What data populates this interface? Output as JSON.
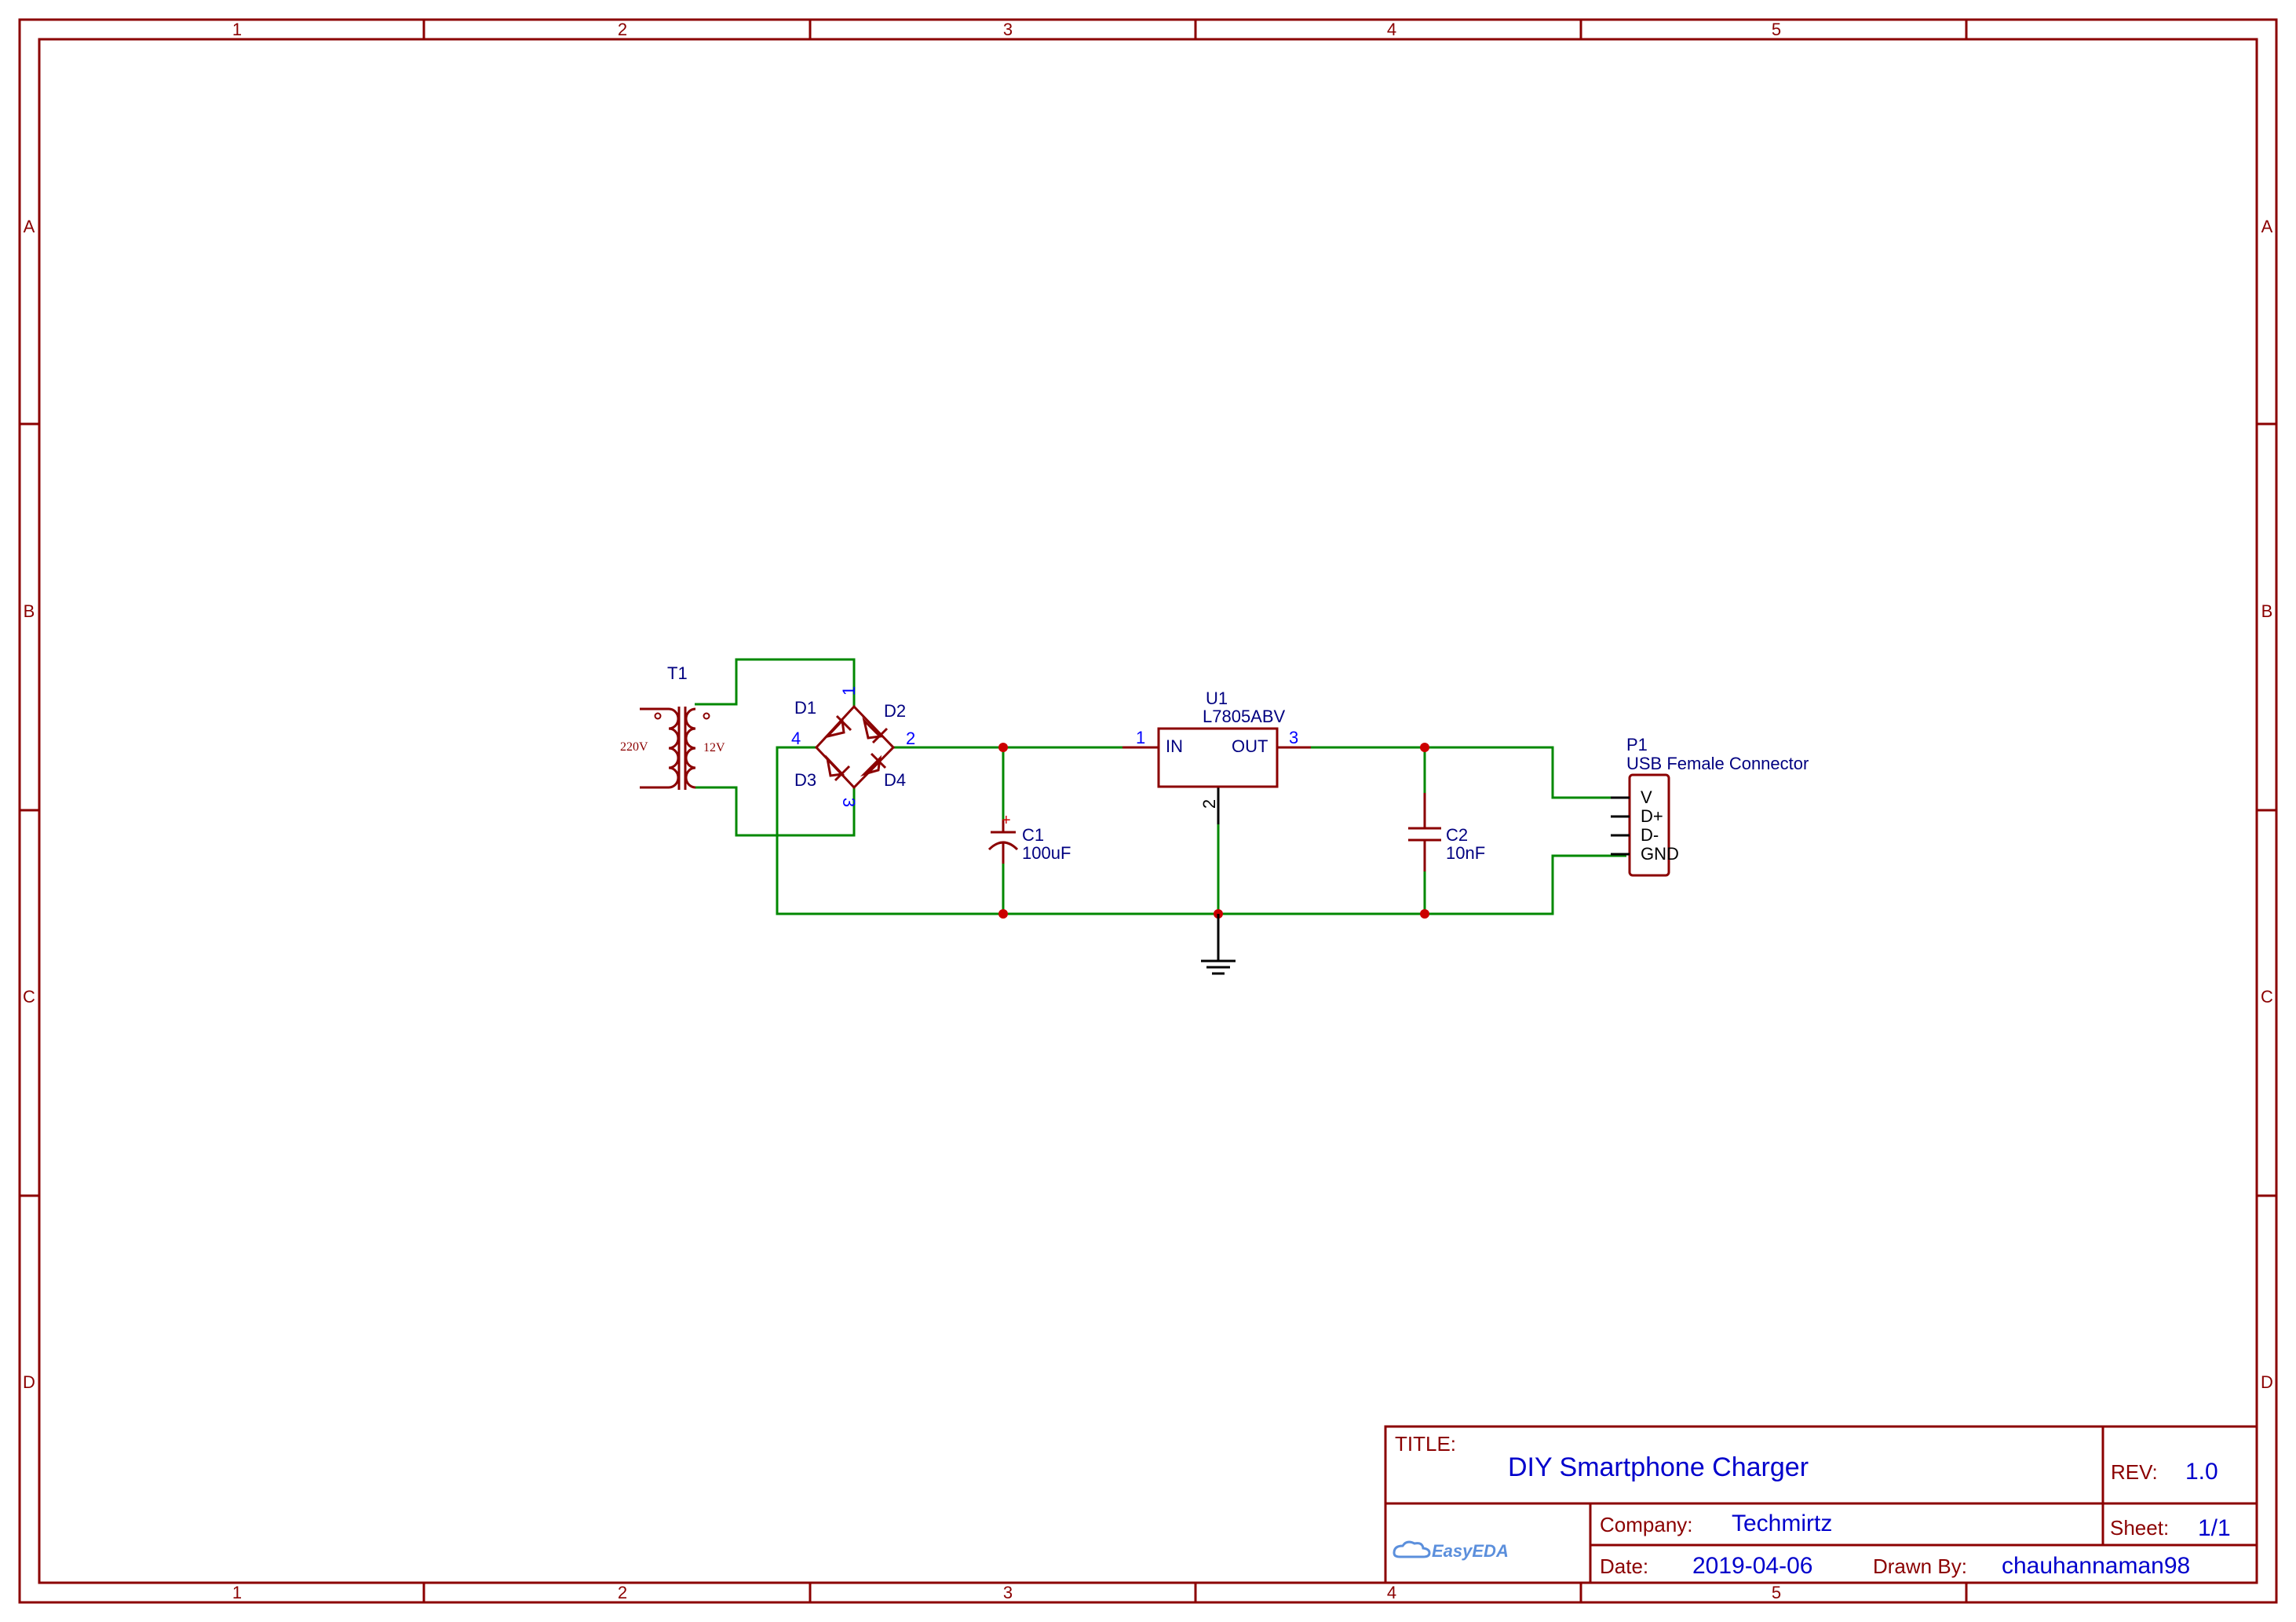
{
  "colors": {
    "frame": "#8b0000",
    "wire": "#008800",
    "component": "#8b0000",
    "label": "#000080",
    "pin_number": "#0000ff",
    "junction": "#cc0000",
    "ground": "#000000",
    "logo": "#5b8fdc"
  },
  "border": {
    "columns": [
      "1",
      "2",
      "3",
      "4",
      "5"
    ],
    "rows": [
      "A",
      "B",
      "C",
      "D"
    ]
  },
  "components": {
    "t1": {
      "ref": "T1",
      "primary": "220V",
      "secondary": "12V"
    },
    "bridge": {
      "d1": "D1",
      "d2": "D2",
      "d3": "D3",
      "d4": "D4",
      "pin1": "1",
      "pin2": "2",
      "pin3": "3",
      "pin4": "4"
    },
    "c1": {
      "ref": "C1",
      "value": "100uF",
      "polarity": "+"
    },
    "u1": {
      "ref": "U1",
      "value": "L7805ABV",
      "in": "IN",
      "out": "OUT",
      "pin1": "1",
      "pin2": "2",
      "pin3": "3"
    },
    "c2": {
      "ref": "C2",
      "value": "10nF"
    },
    "p1": {
      "ref": "P1",
      "value": "USB Female Connector",
      "pins": [
        "V",
        "D+",
        "D-",
        "GND"
      ]
    }
  },
  "title_block": {
    "title_label": "TITLE:",
    "title": "DIY Smartphone Charger",
    "rev_label": "REV:",
    "rev": "1.0",
    "company_label": "Company:",
    "company": "Techmirtz",
    "sheet_label": "Sheet:",
    "sheet": "1/1",
    "date_label": "Date:",
    "date": "2019-04-06",
    "drawn_by_label": "Drawn By:",
    "drawn_by": "chauhannaman98",
    "logo": "EasyEDA"
  }
}
